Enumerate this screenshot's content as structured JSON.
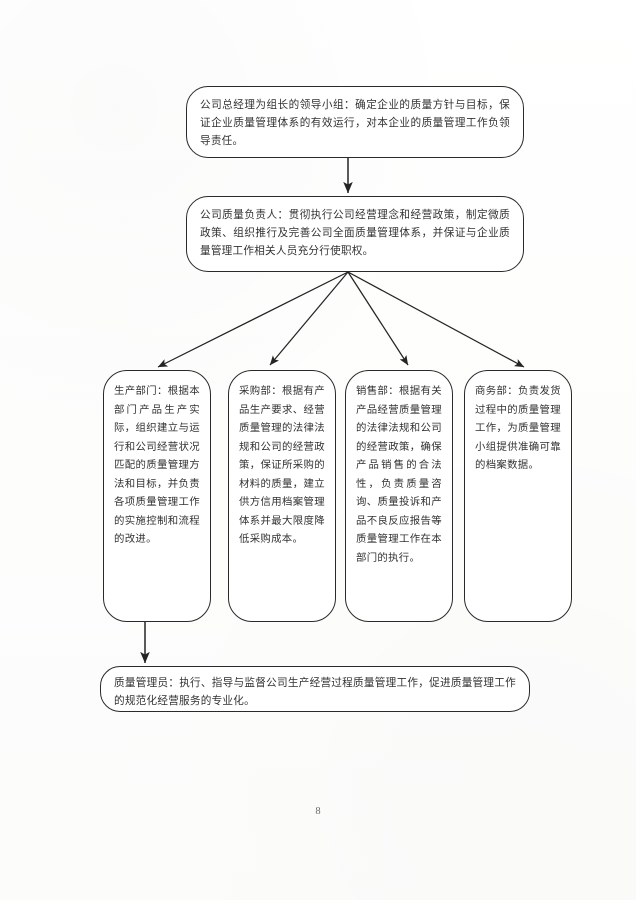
{
  "page": {
    "page_number": "8",
    "ink_color": "#232323",
    "line_color": "#2a2a2a",
    "paper_color": "#fefefe"
  },
  "diagram_data": {
    "type": "flowchart",
    "orientation": "top-down",
    "title": "",
    "nodes": [
      {
        "id": "leader-group",
        "label": "公司总经理为组长的领导小组：确定企业的质量方针与目标，保证企业质量管理体系的有效运行，对本企业的质量管理工作负领导责任。",
        "shape": "rounded-rectangle",
        "level": 1
      },
      {
        "id": "quality-officer",
        "label": "公司质量负责人：贯彻执行公司经营理念和经营政策，制定微质政策、组织推行及完善公司全面质量管理体系，并保证与企业质量管理工作相关人员充分行使职权。",
        "shape": "rounded-rectangle",
        "level": 2
      },
      {
        "id": "dept-production",
        "label": "生产部门：根据本部门产品生产实际，组织建立与运行和公司经营状况匹配的质量管理方法和目标，并负责各项质量管理工作的实施控制和流程的改进。",
        "shape": "rounded-rectangle",
        "level": 3
      },
      {
        "id": "dept-purchasing",
        "label": "采购部：根据有产品生产要求、经营质量管理的法律法规和公司的经营政策，保证所采购的材料的质量，建立供方信用档案管理体系并最大限度降低采购成本。",
        "shape": "rounded-rectangle",
        "level": 3
      },
      {
        "id": "dept-sales",
        "label": "销售部：根据有关产品经营质量管理的法律法规和公司的经营政策，确保产品销售的合法性，负责质量咨询、质量投诉和产品不良反应报告等质量管理工作在本部门的执行。",
        "shape": "rounded-rectangle",
        "level": 3
      },
      {
        "id": "dept-business",
        "label": "商务部：负责发货过程中的质量管理工作，为质量管理小组提供准确可靠的档案数据。",
        "shape": "rounded-rectangle",
        "level": 3
      },
      {
        "id": "quality-manager",
        "label": "质量管理员：执行、指导与监督公司生产经营过程质量管理工作，促进质量管理工作的规范化经营服务的专业化。",
        "shape": "rounded-rectangle",
        "level": 4
      }
    ],
    "edges": [
      {
        "from": "leader-group",
        "to": "quality-officer",
        "style": "solid-arrow"
      },
      {
        "from": "quality-officer",
        "to": "dept-production",
        "style": "solid-arrow"
      },
      {
        "from": "quality-officer",
        "to": "dept-purchasing",
        "style": "solid-arrow"
      },
      {
        "from": "quality-officer",
        "to": "dept-sales",
        "style": "solid-arrow"
      },
      {
        "from": "quality-officer",
        "to": "dept-business",
        "style": "solid-arrow"
      },
      {
        "from": "dept-production",
        "to": "quality-manager",
        "style": "solid-arrow"
      }
    ]
  }
}
